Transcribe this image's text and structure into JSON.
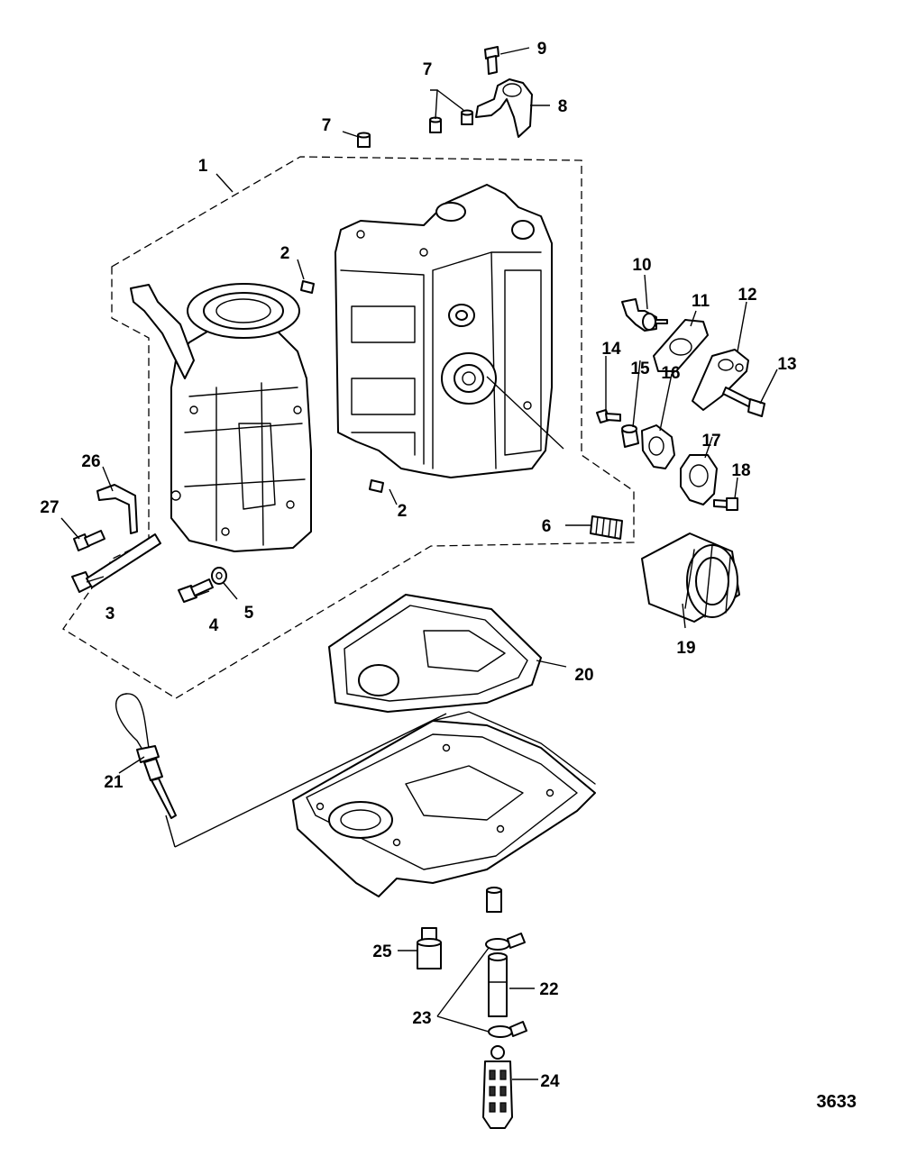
{
  "diagram": {
    "reference_number": "3633",
    "callouts": {
      "c1": "1",
      "c2a": "2",
      "c2b": "2",
      "c3": "3",
      "c4": "4",
      "c5": "5",
      "c6": "6",
      "c7a": "7",
      "c7b": "7",
      "c8": "8",
      "c9": "9",
      "c10": "10",
      "c11": "11",
      "c12": "12",
      "c13": "13",
      "c14": "14",
      "c15": "15",
      "c16": "16",
      "c17": "17",
      "c18": "18",
      "c19": "19",
      "c20": "20",
      "c21": "21",
      "c22": "22",
      "c23": "23",
      "c24": "24",
      "c25": "25",
      "c26": "26",
      "c27": "27"
    }
  }
}
